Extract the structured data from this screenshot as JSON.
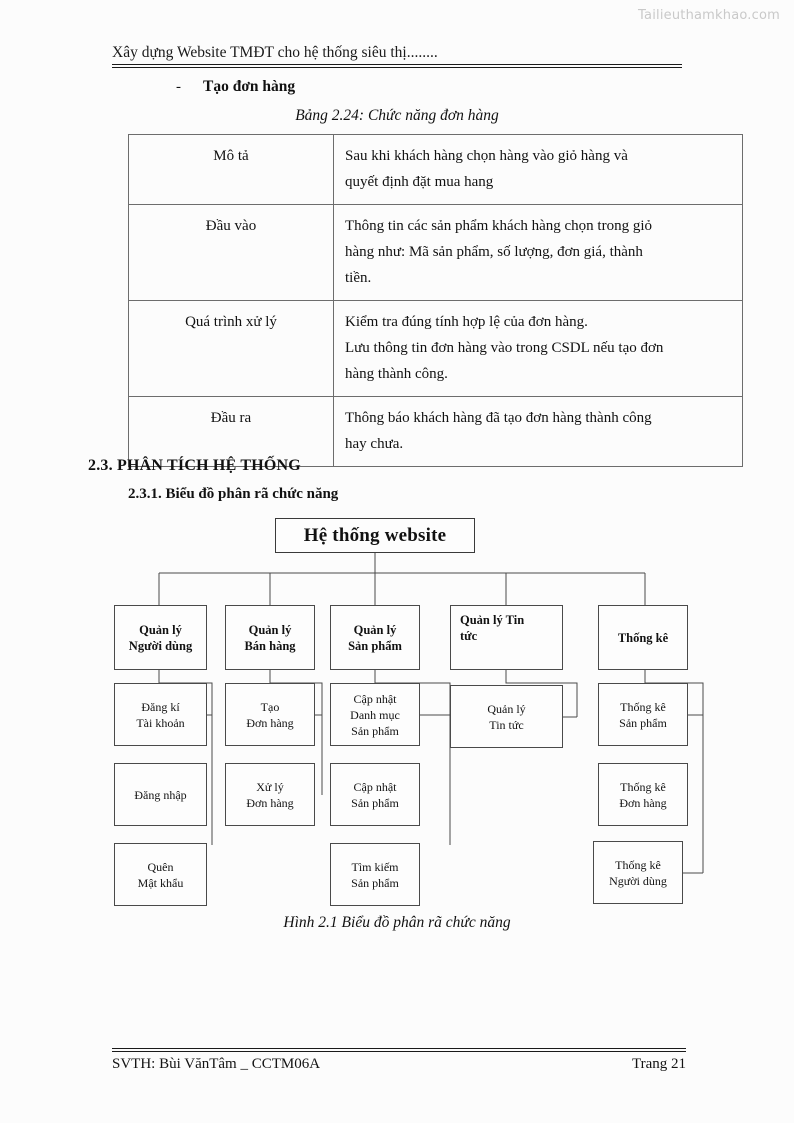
{
  "watermark": "Tailieuthamkhao.com",
  "header": {
    "running_title": "Xây dựng Website TMĐT cho hệ thống siêu thị........"
  },
  "bullet": {
    "dash": "-",
    "label": "Tạo đơn hàng"
  },
  "table": {
    "caption": "Bảng 2.24: Chức năng đơn hàng",
    "rows": [
      {
        "label": "Mô tả",
        "lines": [
          "Sau khi khách hàng chọn hàng vào giỏ hàng và",
          "quyết định đặt mua hang"
        ]
      },
      {
        "label": "Đầu vào",
        "lines": [
          "Thông tin các sản phẩm khách hàng chọn trong giỏ",
          "hàng như: Mã sản phẩm, số lượng, đơn giá, thành",
          "tiền."
        ]
      },
      {
        "label": "Quá trình xử lý",
        "lines": [
          "Kiểm tra đúng tính hợp lệ của đơn hàng.",
          "Lưu thông tin đơn hàng vào trong CSDL nếu tạo đơn",
          "hàng thành công."
        ]
      },
      {
        "label": "Đầu ra",
        "lines": [
          "Thông báo khách hàng đã tạo đơn hàng thành công",
          "hay chưa."
        ]
      }
    ]
  },
  "headings": {
    "section": "2.3. PHÂN TÍCH HỆ THỐNG",
    "subsection": "2.3.1. Biểu đồ phân rã chức năng"
  },
  "diagram": {
    "root": {
      "lines": [
        "Hệ thống website"
      ]
    },
    "level2": [
      {
        "lines": [
          "Quản lý",
          "Người dùng"
        ]
      },
      {
        "lines": [
          "Quản lý",
          "Bán hàng"
        ]
      },
      {
        "lines": [
          "Quản lý",
          "Sản phẩm"
        ]
      },
      {
        "lines": [
          "Quản lý Tin",
          "tức"
        ]
      },
      {
        "lines": [
          "Thống kê"
        ]
      }
    ],
    "column1": [
      {
        "lines": [
          "Đăng kí",
          "Tài khoản"
        ]
      },
      {
        "lines": [
          "Đăng nhập"
        ]
      },
      {
        "lines": [
          "Quên",
          "Mật khẩu"
        ]
      }
    ],
    "column2": [
      {
        "lines": [
          "Tạo",
          "Đơn hàng"
        ]
      },
      {
        "lines": [
          "Xử lý",
          "Đơn hàng"
        ]
      }
    ],
    "column3": [
      {
        "lines": [
          "Cập nhật",
          "Danh mục",
          "Sản phẩm"
        ]
      },
      {
        "lines": [
          "Cập nhật",
          "Sản phẩm"
        ]
      },
      {
        "lines": [
          "Tìm kiếm",
          "Sản phẩm"
        ]
      }
    ],
    "column4": [
      {
        "lines": [
          "Quản lý",
          "Tin tức"
        ]
      }
    ],
    "column5": [
      {
        "lines": [
          "Thống kê",
          "Sản phẩm"
        ]
      },
      {
        "lines": [
          "Thống kê",
          "Đơn hàng"
        ]
      },
      {
        "lines": [
          "Thống kê",
          "Người dùng"
        ]
      }
    ]
  },
  "figure": {
    "caption": "Hình 2.1 Biểu đồ phân rã chức năng"
  },
  "footer": {
    "left": "SVTH: Bùi VănTâm _ CCTM06A",
    "right": "Trang 21"
  },
  "colors": {
    "text": "#121212",
    "rule": "#1a1a1a",
    "box_border": "#4a4a4a",
    "watermark": "#c9c9c9"
  }
}
